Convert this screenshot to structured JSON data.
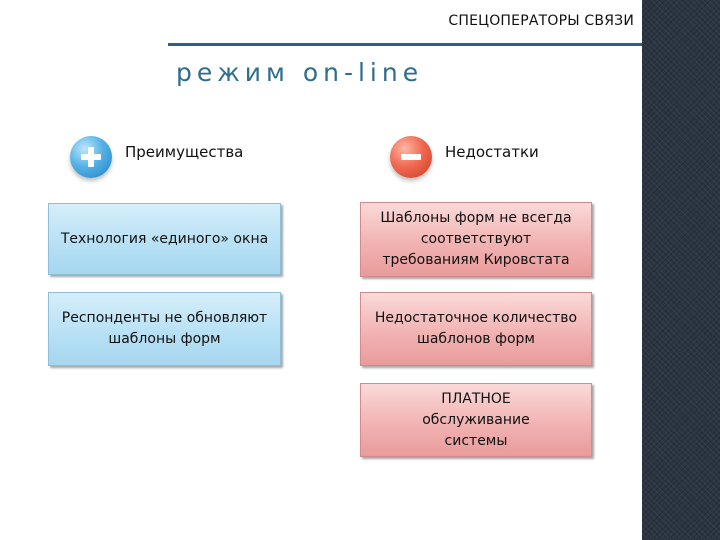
{
  "header": {
    "title": "СПЕЦОПЕРАТОРЫ СВЯЗИ",
    "subtitle": "режим on-line"
  },
  "columns": {
    "pros": {
      "heading": "Преимущества",
      "icon": "plus-icon",
      "items": [
        "Технология «единого» окна",
        "Респонденты не обновляют шаблоны форм"
      ]
    },
    "cons": {
      "heading": "Недостатки",
      "icon": "minus-icon",
      "items": [
        "Шаблоны форм не всегда соответствуют требованиям Кировстата",
        "Недостаточное количество шаблонов форм",
        "ПЛАТНОЕ обслуживание системы"
      ]
    }
  },
  "colors": {
    "accent_rule": "#2f5f86",
    "subtitle": "#2f6d8f",
    "pro_box": "#b8e1f5",
    "con_box": "#f2b3b3",
    "side_bar": "#2b3442"
  }
}
